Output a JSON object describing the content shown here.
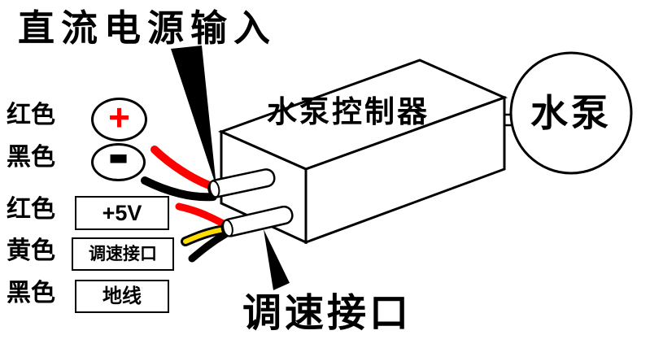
{
  "diagram": {
    "title": "直流电源输入",
    "controller": "水泵控制器",
    "pump": "水泵",
    "speed_label": "调速接口",
    "legend": [
      {
        "color": "红色",
        "terminal": "+"
      },
      {
        "color": "黑色",
        "terminal": "−"
      },
      {
        "color": "红色",
        "terminal": "+5V"
      },
      {
        "color": "黄色",
        "terminal": "调速接口"
      },
      {
        "color": "黑色",
        "terminal": "地线"
      }
    ],
    "colors": {
      "red": "#ff0000",
      "yellow": "#ffdd00",
      "black": "#000000",
      "outline": "#000000",
      "background": "#ffffff"
    }
  }
}
